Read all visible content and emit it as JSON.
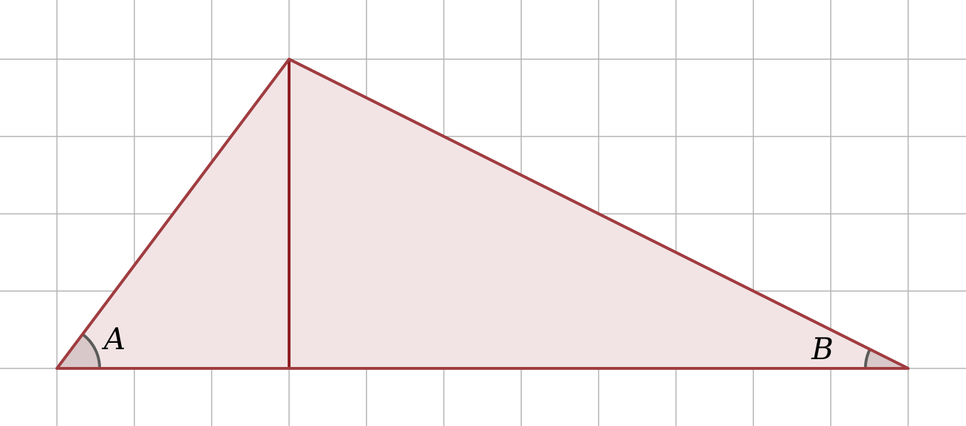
{
  "figure": {
    "grid": "on",
    "unit_cells": {
      "columns": 11,
      "rows": 4
    },
    "colors": {
      "grid": "#b3b3b3",
      "triangle_stroke": "#a03c40",
      "triangle_fill": "#f2e4e5",
      "altitude": "#8b1a1f",
      "angle_arc": "#5a5a5a",
      "angle_fill": "#d9c8c9",
      "label": "#000000"
    },
    "points": {
      "A": {
        "x": 0,
        "y": 0
      },
      "B": {
        "x": 11,
        "y": 0
      },
      "C": {
        "x": 3,
        "y": 4
      },
      "H": {
        "x": 3,
        "y": 0
      }
    },
    "labels": {
      "angle_a": "A",
      "angle_b": "B"
    }
  }
}
